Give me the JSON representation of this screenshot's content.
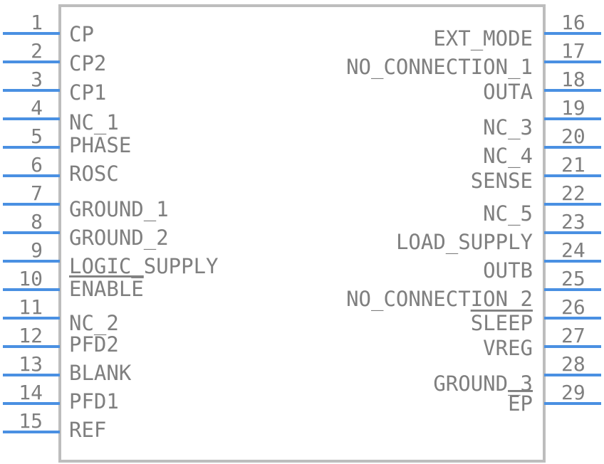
{
  "component": {
    "left_pins": [
      {
        "number": "1",
        "name": "CP"
      },
      {
        "number": "2",
        "name": "CP2"
      },
      {
        "number": "3",
        "name": "CP1"
      },
      {
        "number": "4",
        "name": "NC_1"
      },
      {
        "number": "5",
        "name": "PHASE"
      },
      {
        "number": "6",
        "name": "ROSC"
      },
      {
        "number": "7",
        "name": "GROUND_1"
      },
      {
        "number": "8",
        "name": "GROUND_2"
      },
      {
        "number": "9",
        "name": "LOGIC_SUPPLY"
      },
      {
        "number": "10",
        "name": "ENABLE",
        "overline": "ENABLE"
      },
      {
        "number": "11",
        "name": "NC_2"
      },
      {
        "number": "12",
        "name": "PFD2"
      },
      {
        "number": "13",
        "name": "BLANK"
      },
      {
        "number": "14",
        "name": "PFD1"
      },
      {
        "number": "15",
        "name": "REF"
      }
    ],
    "right_pins": [
      {
        "number": "16",
        "name": "EXT_MODE"
      },
      {
        "number": "17",
        "name": "NO_CONNECTION_1"
      },
      {
        "number": "18",
        "name": "OUTA"
      },
      {
        "number": "19",
        "name": "NC_3"
      },
      {
        "number": "20",
        "name": "NC_4"
      },
      {
        "number": "21",
        "name": "SENSE"
      },
      {
        "number": "22",
        "name": "NC_5"
      },
      {
        "number": "23",
        "name": "LOAD_SUPPLY"
      },
      {
        "number": "24",
        "name": "OUTB"
      },
      {
        "number": "25",
        "name": "NO_CONNECTION_2"
      },
      {
        "number": "26",
        "name": "SLEEP",
        "overline": "SLEEP"
      },
      {
        "number": "27",
        "name": "VREG"
      },
      {
        "number": "28",
        "name": "GROUND_3"
      },
      {
        "number": "29",
        "name": "EP",
        "overline": "EP"
      }
    ]
  },
  "colors": {
    "pin_line": "#4a90e2",
    "body_border": "#bdbdbd",
    "text": "#7f7f7f"
  }
}
